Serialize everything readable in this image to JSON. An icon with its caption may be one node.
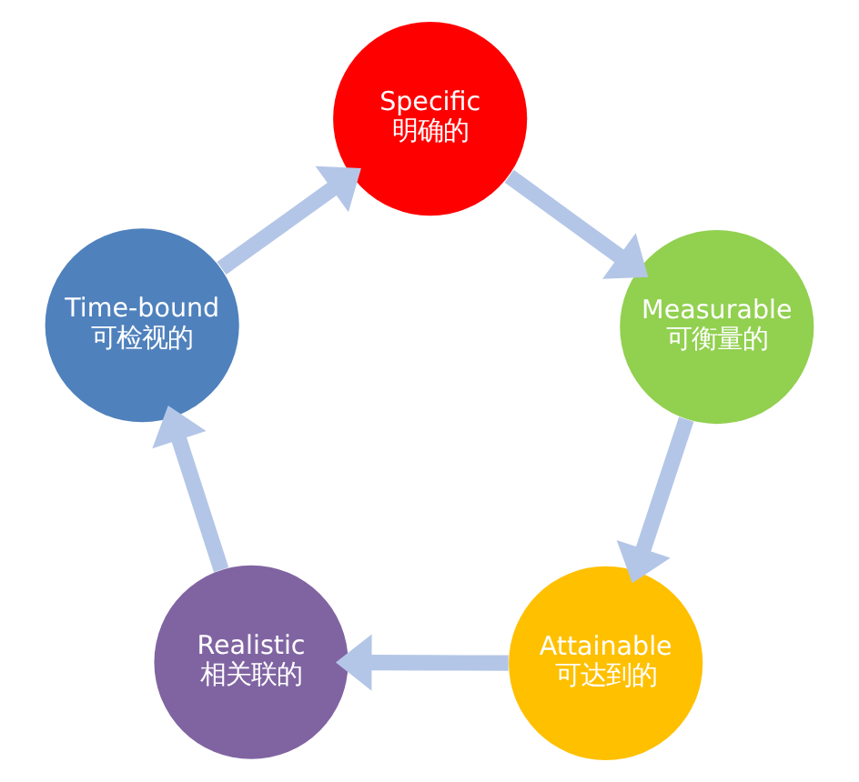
{
  "diagram": {
    "nodes": [
      {
        "text": [
          "Specific",
          "明确的"
        ]
      },
      {
        "text": [
          "Measurable",
          "可衡量的"
        ]
      },
      {
        "text": [
          "Attainable",
          "可达到的"
        ]
      },
      {
        "text": [
          "Realistic",
          "相关联的"
        ]
      },
      {
        "text": [
          "Time-bound",
          "可检视的"
        ]
      }
    ],
    "edges": [
      {
        "from": 0,
        "to": 1,
        "arrow": "to"
      },
      {
        "from": 1,
        "to": 2,
        "arrow": "to"
      },
      {
        "from": 2,
        "to": 3,
        "arrow": "to"
      },
      {
        "from": 3,
        "to": 4,
        "arrow": "to"
      },
      {
        "from": 4,
        "to": 0,
        "arrow": "to"
      }
    ]
  }
}
